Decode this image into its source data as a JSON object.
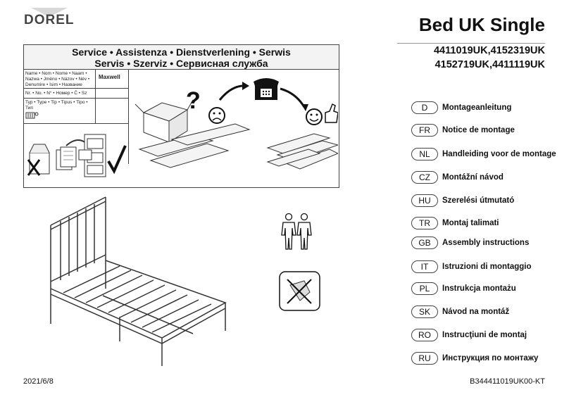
{
  "brand": "DOREL",
  "title": "Bed UK Single",
  "models": [
    "4411019UK,4152319UK",
    "4152719UK,4411119UK"
  ],
  "service": {
    "line1": "Service • Assistenza • Dienstverlening • Serwis",
    "line2": "Servis • Szerviz • Сервисная служба",
    "name_label": "Name • Nom • Nome • Naam • Nazwa • Jméno • Názov • Név • Denumire • İsim • Название",
    "name_value": "Maxwell",
    "nr_label": "Nr. • No. • N° • Номер • Č • Sz",
    "type_label": "Typ • Type • Tip • Tipus • Tipo • Тип"
  },
  "languages": [
    {
      "code": "D",
      "text": "Montageanleitung"
    },
    {
      "code": "FR",
      "text": "Notice de montage"
    },
    {
      "code": "NL",
      "text": "Handleiding voor de montage"
    },
    {
      "code": "CZ",
      "text": "Montážní návod"
    },
    {
      "code": "HU",
      "text": "Szerelési útmutató"
    },
    {
      "code": "TR",
      "text": "Montaj talimati"
    },
    {
      "code": "GB",
      "text": "Assembly instructions"
    },
    {
      "code": "IT",
      "text": "Istruzioni di montaggio"
    },
    {
      "code": "PL",
      "text": "Instrukcja montażu"
    },
    {
      "code": "SK",
      "text": "Návod na montáž"
    },
    {
      "code": "RO",
      "text": "Instrucţiuni de montaj"
    },
    {
      "code": "RU",
      "text": "Инструкция по монтажу"
    }
  ],
  "date": "2021/6/8",
  "doc_code": "B344411019UK00-KT",
  "icons": [
    "phone-icon",
    "sad-face-icon",
    "happy-face-icon",
    "thumbs-up-icon",
    "question-mark-icon",
    "two-persons-icon",
    "no-knife-icon",
    "checkmark-icon",
    "filing-cabinet-icon"
  ]
}
